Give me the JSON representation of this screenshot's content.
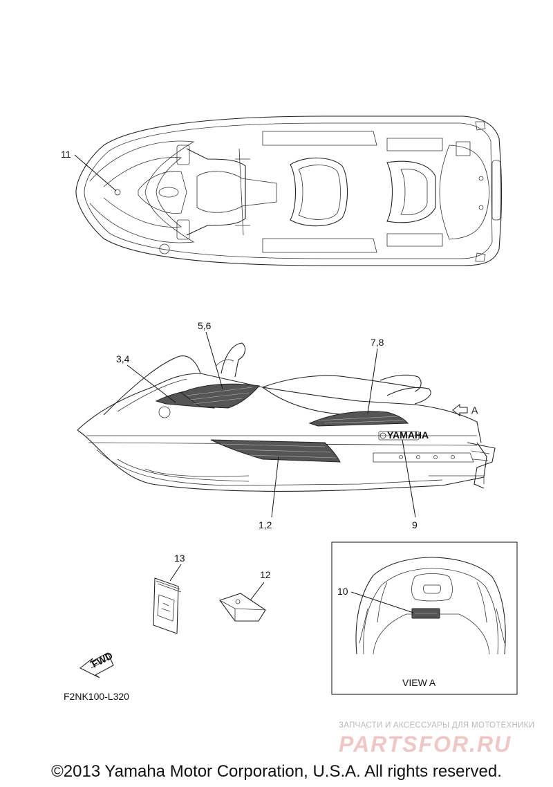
{
  "callouts": {
    "c11": "11",
    "c56": "5,6",
    "c34": "3,4",
    "c78": "7,8",
    "c12": "1,2",
    "c9": "9",
    "c13": "13",
    "c12b": "12",
    "c10": "10"
  },
  "labels": {
    "view_arrow": "A",
    "view_caption": "VIEW A",
    "fwd": "FWD",
    "badge": "YAMAHA",
    "ref_code": "F2NK100-L320"
  },
  "watermark": {
    "subtitle": "ЗАПЧАСТИ И АКСЕССУАРЫ ДЛЯ МОТОТЕХНИКИ",
    "logo": "PARTSFOR.RU"
  },
  "copyright": "©2013 Yamaha Motor Corporation, U.S.A. All rights reserved."
}
